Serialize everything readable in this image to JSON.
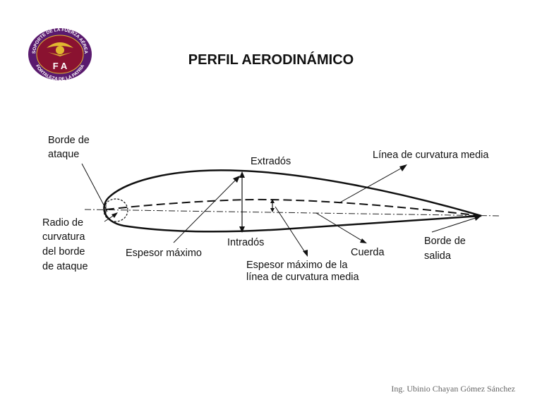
{
  "page": {
    "title": "PERFIL AERODINÁMICO",
    "author": "Ing. Ubinio Chayan Gómez Sánchez"
  },
  "logo": {
    "ring_text_top": "SOPORTE DE LA FUERZA AÉREA",
    "ring_text_bottom": "FORTALEZA DE LA PATRIA",
    "center_letters": "F A",
    "colors": {
      "ring": "#5a1a6e",
      "inner": "#8a1230",
      "gold": "#e0b830"
    }
  },
  "labels": {
    "borde_ataque_1": "Borde de",
    "borde_ataque_2": "ataque",
    "extrados": "Extradós",
    "linea_curvatura": "Línea de curvatura media",
    "radio_1": "Radio de",
    "radio_2": "curvatura",
    "radio_3": "del borde",
    "radio_4": "de ataque",
    "intrados": "Intradós",
    "espesor_max": "Espesor máximo",
    "espesor_curv_1": "Espesor máximo de la",
    "espesor_curv_2": "línea de curvatura media",
    "cuerda": "Cuerda",
    "borde_salida_1": "Borde de",
    "borde_salida_2": "salida"
  }
}
